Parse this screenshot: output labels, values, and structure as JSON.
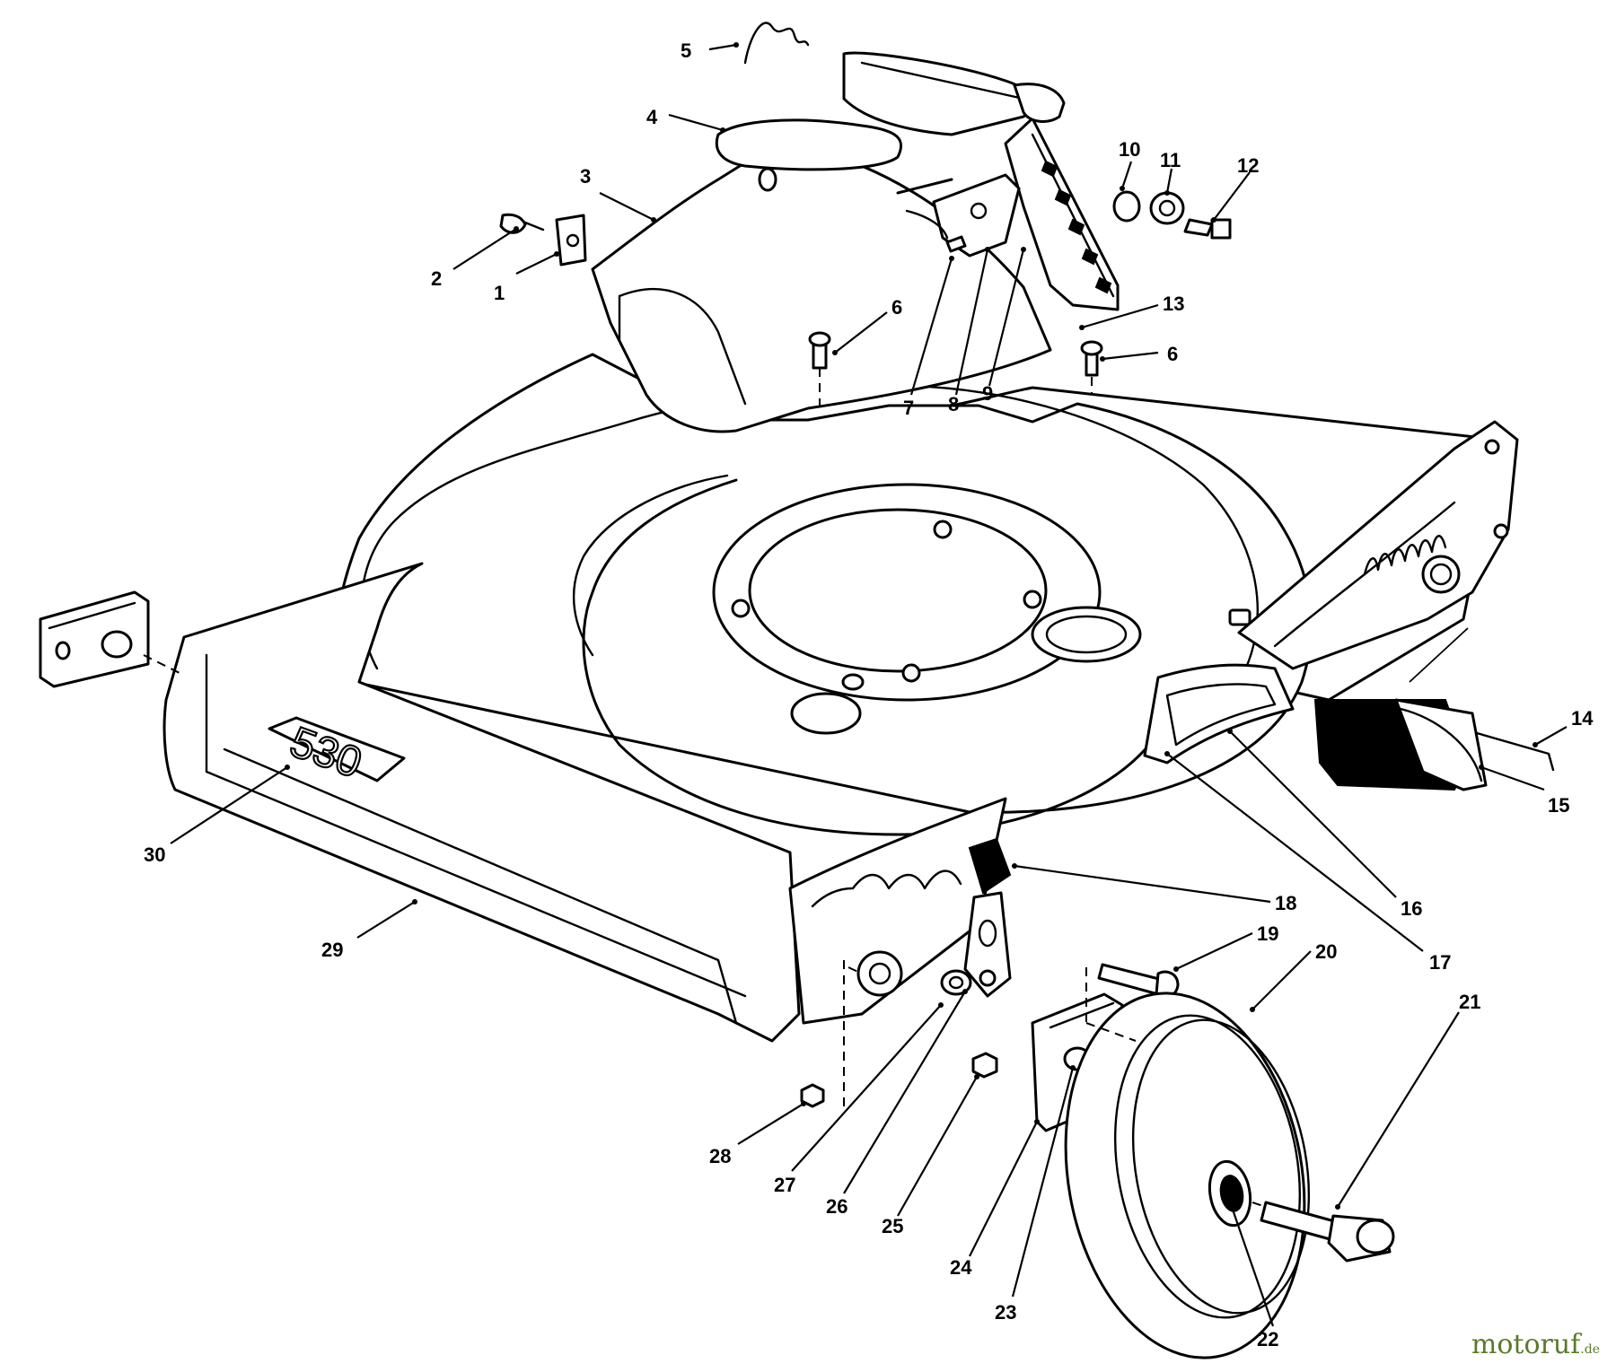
{
  "callouts": [
    "1",
    "2",
    "3",
    "4",
    "5",
    "6",
    "6",
    "7",
    "8",
    "9",
    "10",
    "11",
    "12",
    "13",
    "14",
    "15",
    "16",
    "17",
    "18",
    "19",
    "20",
    "21",
    "22",
    "23",
    "24",
    "25",
    "26",
    "27",
    "28",
    "29",
    "30"
  ],
  "deck_badge": "530",
  "watermark": {
    "name": "motoruf",
    "tld": ".de"
  }
}
